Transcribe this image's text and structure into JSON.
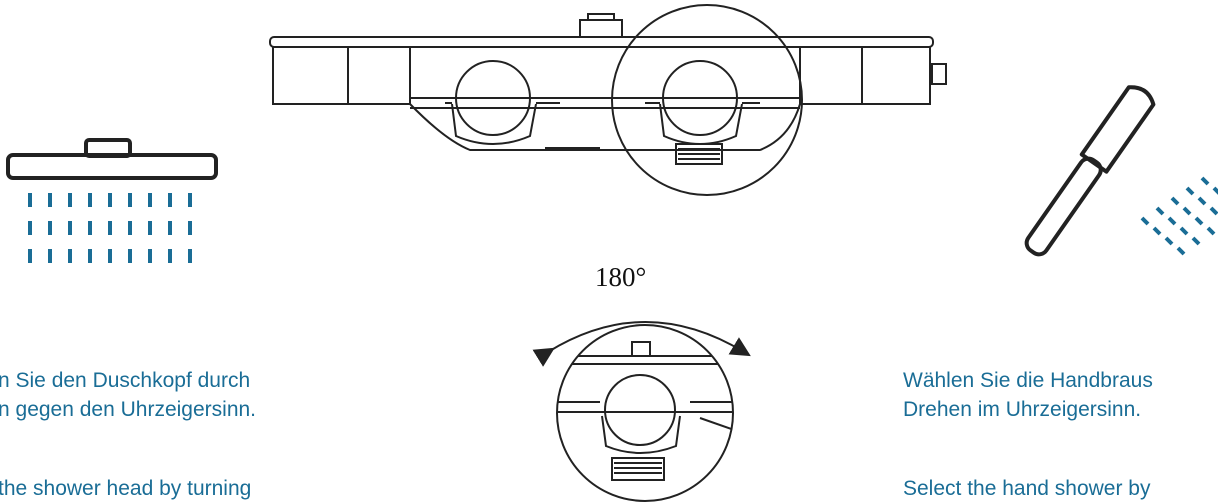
{
  "colors": {
    "accent": "#1a6d96",
    "line": "#222222"
  },
  "icons": {
    "left": "overhead-shower-icon",
    "right": "hand-shower-icon"
  },
  "rotation_label": "180°",
  "left_text": {
    "de_line1": "n Sie den Duschkopf durch",
    "de_line2": "n gegen den Uhrzeigersinn.",
    "en_line1": "the shower head by turning"
  },
  "right_text": {
    "de_line1": "Wählen Sie die Handbraus",
    "de_line2": "Drehen im Uhrzeigersinn.",
    "en_line1": "Select the hand shower by"
  }
}
